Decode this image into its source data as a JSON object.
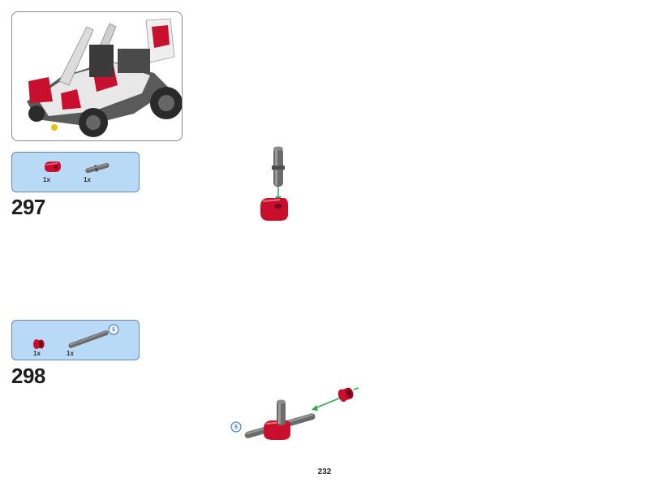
{
  "steps": [
    {
      "number": "297",
      "parts": [
        {
          "icon": "red-beam-connector-icon",
          "qty": "1x"
        },
        {
          "icon": "grey-axle-pin-icon",
          "qty": "1x"
        }
      ]
    },
    {
      "number": "298",
      "parts": [
        {
          "icon": "red-bush-icon",
          "qty": "1x"
        },
        {
          "icon": "grey-axle-icon",
          "qty": "1x",
          "length_badge": "5"
        }
      ],
      "callout_length_badge": "5"
    }
  ],
  "page_number": "232",
  "colors": {
    "parts_box_bg": "#b9daf6",
    "part_red": "#c8102e",
    "part_grey": "#6b6b6b",
    "arrow_green": "#2eaa4a"
  }
}
